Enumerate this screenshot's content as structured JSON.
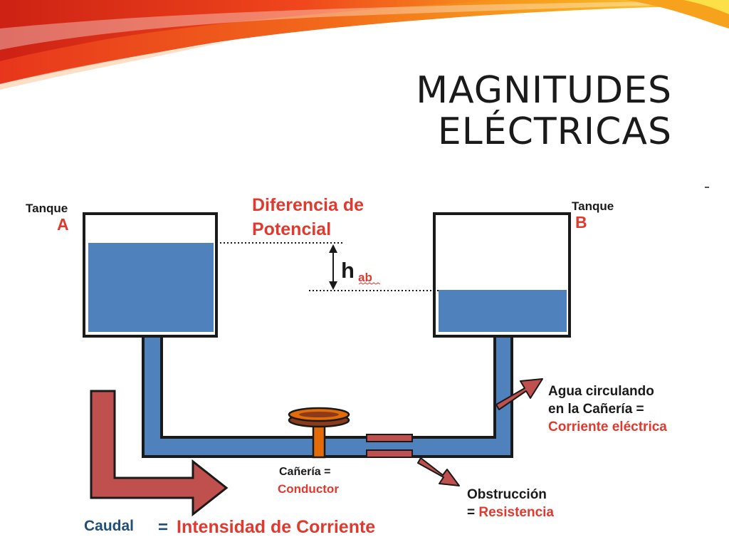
{
  "slide": {
    "title_line1": "MAGNITUDES",
    "title_line2": "ELÉCTRICAS"
  },
  "diagram": {
    "tank_a": {
      "label": "Tanque",
      "letter": "A"
    },
    "tank_b": {
      "label": "Tanque",
      "letter": "B"
    },
    "potential_difference": {
      "line1": "Diferencia de",
      "line2": "Potencial"
    },
    "height": {
      "symbol": "h",
      "subscript": "ab"
    },
    "current": {
      "line1": "Agua circulando",
      "line2": "en la Cañería =",
      "line3": "Corriente eléctrica"
    },
    "conductor": {
      "line1": "Cañería =",
      "line2": "Conductor"
    },
    "resistance": {
      "line1": "Obstrucción",
      "line2_prefix": "= ",
      "line2_highlight": "Resistencia"
    },
    "flow": {
      "term": "Caudal",
      "equals": "=",
      "meaning": "Intensidad de Corriente"
    }
  },
  "colors": {
    "water": "#4f81bd",
    "pipe_outline": "#1a1a1a",
    "accent_red": "#e03a2f",
    "arrow_red": "#c0504d",
    "flow_blue": "#1f4e79",
    "valve_orange": "#e36c09",
    "valve_brown": "#8b3a1a"
  }
}
